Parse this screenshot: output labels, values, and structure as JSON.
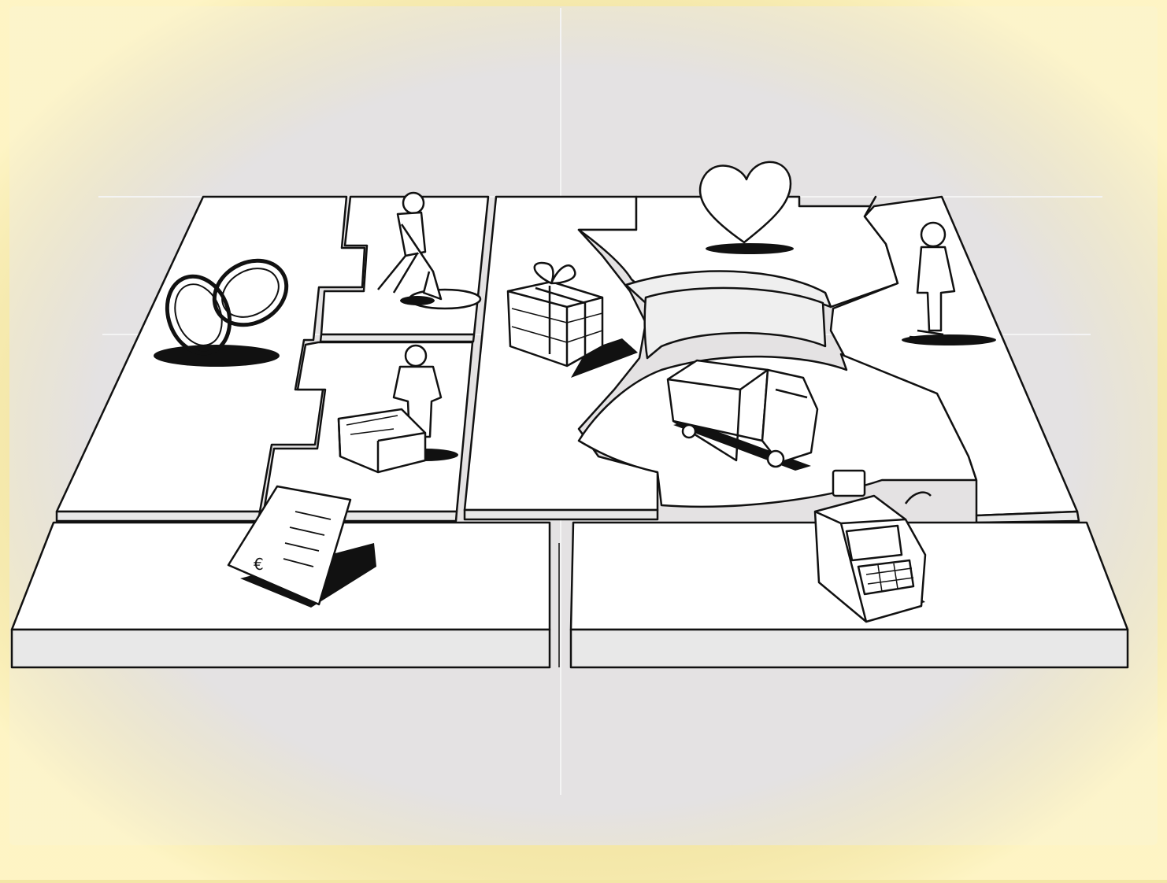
{
  "diagram": {
    "kind": "business-model-canvas-sketch",
    "colors": {
      "frame": "#f3e6a6",
      "background": "#e4e2e3",
      "tile": "#ffffff",
      "tile_side": "#e8e8e8",
      "ink": "#111111",
      "ink_soft": "#555555"
    },
    "blocks": [
      {
        "id": "key-partners",
        "icon": "interlocked-rings-icon"
      },
      {
        "id": "key-activities",
        "icon": "digging-person-icon"
      },
      {
        "id": "key-resources",
        "icon": "person-with-machine-icon"
      },
      {
        "id": "value-propositions",
        "icon": "gift-box-icon"
      },
      {
        "id": "customer-relationships",
        "icon": "heart-icon"
      },
      {
        "id": "channels",
        "icon": "delivery-truck-icon"
      },
      {
        "id": "customer-segments",
        "icon": "standing-person-icon"
      },
      {
        "id": "cost-structure",
        "icon": "invoice-document-icon"
      },
      {
        "id": "revenue-streams",
        "icon": "cash-register-icon"
      }
    ],
    "invoice_text": "€"
  }
}
